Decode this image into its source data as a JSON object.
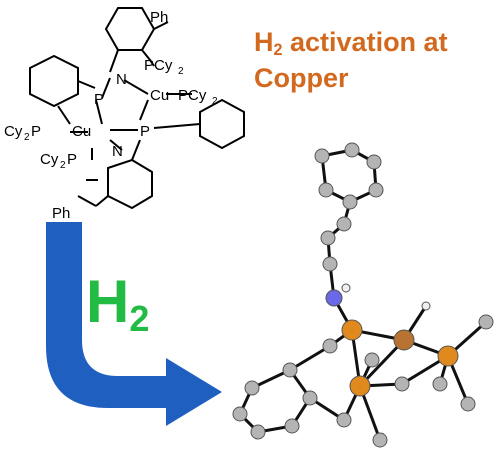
{
  "title": {
    "line1_prefix": "H",
    "line1_subscript": "2",
    "line1_suffix": " activation at",
    "line2": "Copper",
    "color": "#d2691e"
  },
  "reagent": {
    "prefix": "H",
    "subscript": "2",
    "color": "#22bb44"
  },
  "arrow": {
    "color": "#1f5fc0"
  },
  "structure_labels": {
    "ph": "Ph",
    "n": "N",
    "p": "P",
    "cu": "Cu",
    "pcy": "PCy",
    "cy": "Cy",
    "cy_sub": "2",
    "dash": "−"
  },
  "model_colors": {
    "carbon": "#b4b4b4",
    "phosphorus": "#e08a1e",
    "copper": "#b87333",
    "nitrogen": "#6a6ae8",
    "hydrogen": "#f0f0f0"
  }
}
